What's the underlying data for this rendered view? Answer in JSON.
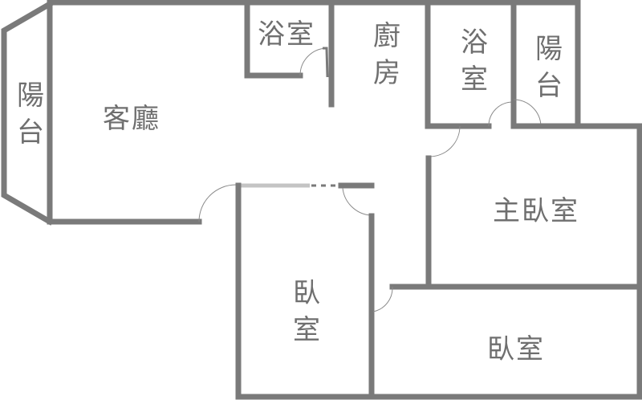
{
  "plan": {
    "wall_color": "#7a7a7a",
    "text_color": "#6f6f6f",
    "rooms": {
      "balcony_left": {
        "line1": "陽",
        "line2": "台"
      },
      "living_room": {
        "label": "客廳"
      },
      "bathroom_1": {
        "label": "浴室"
      },
      "kitchen": {
        "line1": "廚",
        "line2": "房"
      },
      "bathroom_2": {
        "line1": "浴",
        "line2": "室"
      },
      "balcony_right": {
        "line1": "陽",
        "line2": "台"
      },
      "master_bedroom": {
        "label": "主臥室"
      },
      "bedroom_1": {
        "line1": "臥",
        "line2": "室"
      },
      "bedroom_2": {
        "label": "臥室"
      }
    }
  }
}
